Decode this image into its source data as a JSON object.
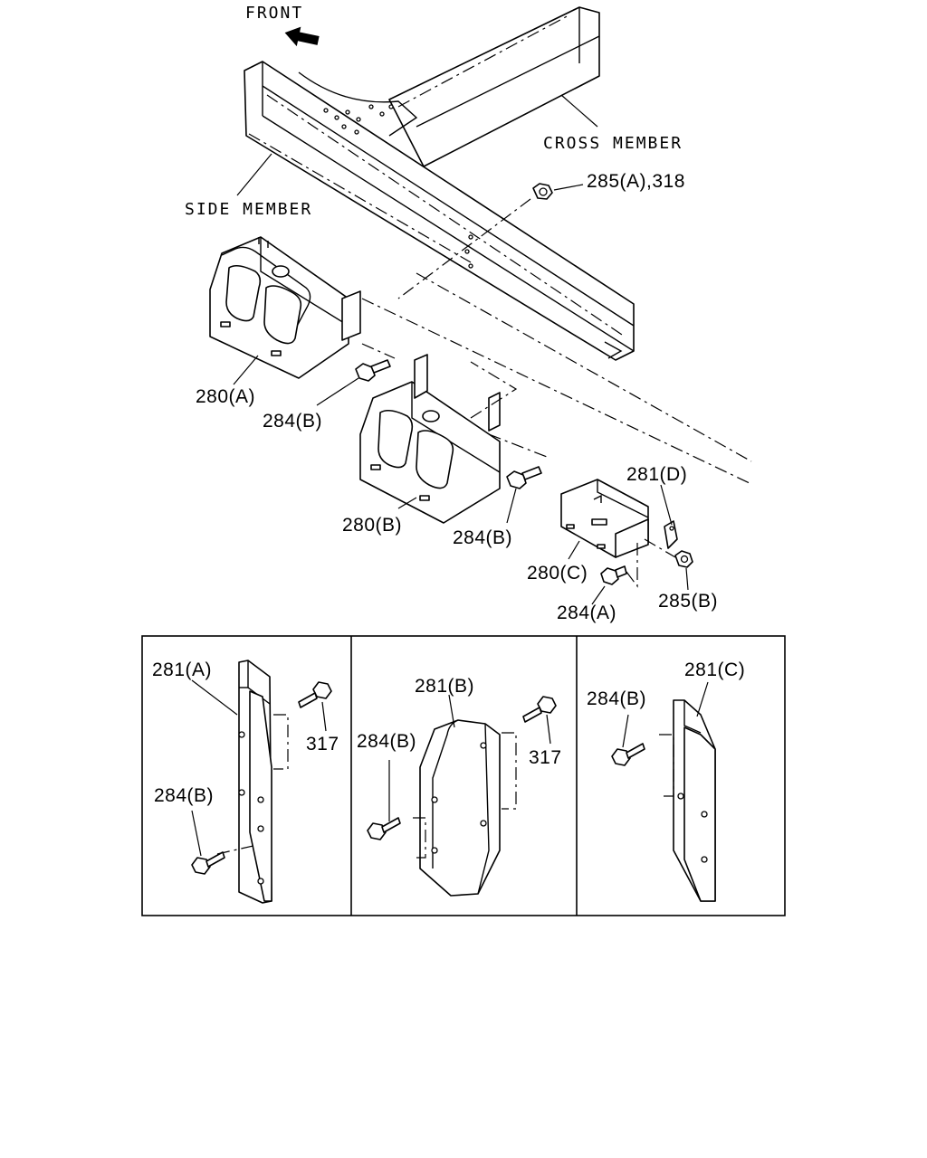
{
  "header": {
    "front_label": "FRONT"
  },
  "frame": {
    "cross_member_label": "CROSS MEMBER",
    "side_member_label": "SIDE MEMBER"
  },
  "callouts": {
    "nut_285a_318": "285(A),318",
    "cover_280a": "280(A)",
    "bolt_284b_1": "284(B)",
    "cover_280b": "280(B)",
    "bolt_284b_2": "284(B)",
    "bracket_281d": "281(D)",
    "cover_280c": "280(C)",
    "bolt_284a": "284(A)",
    "nut_285b": "285(B)"
  },
  "detail_panels": [
    {
      "bracket": "281(A)",
      "bolt_a": "317",
      "bolt_b": "284(B)"
    },
    {
      "bracket": "281(B)",
      "bolt_a": "284(B)",
      "bolt_b": "317"
    },
    {
      "bracket": "281(C)",
      "bolt_a": "284(B)"
    }
  ],
  "colors": {
    "line": "#000000",
    "background": "#ffffff"
  }
}
